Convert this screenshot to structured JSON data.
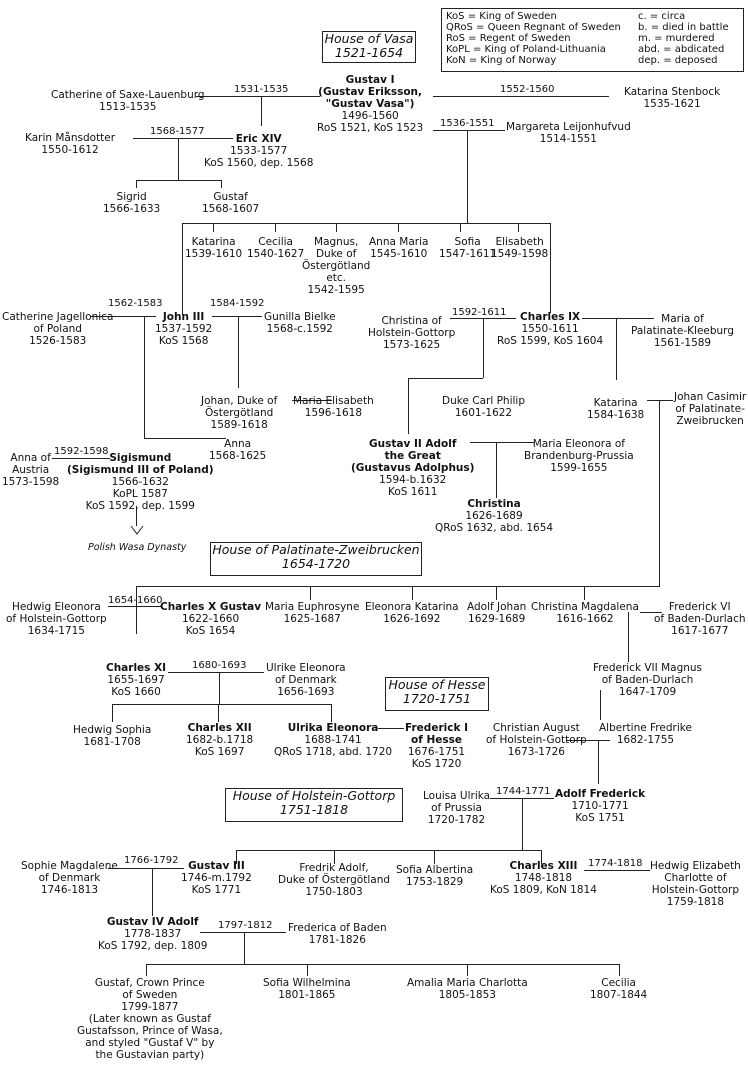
{
  "legend": [
    "KoS = King of Sweden",
    "QRoS = Queen Regnant of Sweden",
    "RoS = Regent of Sweden",
    "KoPL = King of Poland-Lithuania",
    "KoN = King of Norway",
    "c. = circa",
    "b. = died in battle",
    "m. = murdered",
    "abd. = abdicated",
    "dep. = deposed"
  ],
  "houses": {
    "vasa": {
      "name": "House of Vasa",
      "years": "1521-1654"
    },
    "zweibrucken": {
      "name": "House of Palatinate-Zweibrucken",
      "years": "1654-1720"
    },
    "hesse": {
      "name": "House of Hesse",
      "years": "1720-1751"
    },
    "holstein": {
      "name": "House of Holstein-Gottorp",
      "years": "1751-1818"
    }
  },
  "people": {
    "gustav1": {
      "name": "Gustav I (Gustav Eriksson, \"Gustav Vasa\")",
      "lines": [
        "Gustav I",
        "(Gustav Eriksson,",
        "\"Gustav Vasa\")",
        "1496-1560",
        "RoS 1521, KoS 1523"
      ]
    },
    "catherine_sl": {
      "lines": [
        "Catherine of Saxe-Lauenburg",
        "1513-1535"
      ]
    },
    "katarina_st": {
      "lines": [
        "Katarina Stenbock",
        "1535-1621"
      ]
    },
    "margareta": {
      "lines": [
        "Margareta Leijonhufvud",
        "1514-1551"
      ]
    },
    "karin": {
      "lines": [
        "Karin Månsdotter",
        "1550-1612"
      ]
    },
    "eric": {
      "lines": [
        "Eric XIV",
        "1533-1577",
        "KoS 1560, dep. 1568"
      ]
    },
    "sigrid": {
      "lines": [
        "Sigrid",
        "1566-1633"
      ]
    },
    "gustaf_e": {
      "lines": [
        "Gustaf",
        "1568-1607"
      ]
    },
    "katarina1": {
      "lines": [
        "Katarina",
        "1539-1610"
      ]
    },
    "cecilia1": {
      "lines": [
        "Cecilia",
        "1540-1627"
      ]
    },
    "magnus": {
      "lines": [
        "Magnus,",
        "Duke of",
        "Östergötland",
        "etc.",
        "1542-1595"
      ]
    },
    "annamaria": {
      "lines": [
        "Anna Maria",
        "1545-1610"
      ]
    },
    "sofia1": {
      "lines": [
        "Sofia",
        "1547-1611"
      ]
    },
    "elisabeth": {
      "lines": [
        "Elisabeth",
        "1549-1598"
      ]
    },
    "catherine_j": {
      "lines": [
        "Catherine Jagellonica",
        "of Poland",
        "1526-1583"
      ]
    },
    "john3": {
      "lines": [
        "John III",
        "1537-1592",
        "KoS 1568"
      ]
    },
    "gunilla": {
      "lines": [
        "Gunilla Bielke",
        "1568-c.1592"
      ]
    },
    "christina_hg": {
      "lines": [
        "Christina of",
        "Holstein-Gottorp",
        "1573-1625"
      ]
    },
    "charles9": {
      "lines": [
        "Charles IX",
        "1550-1611",
        "RoS 1599, KoS 1604"
      ]
    },
    "maria_pk": {
      "lines": [
        "Maria of",
        "Palatinate-Kleeburg",
        "1561-1589"
      ]
    },
    "johan_ost": {
      "lines": [
        "Johan, Duke of",
        "Östergötland",
        "1589-1618"
      ]
    },
    "maria_el": {
      "lines": [
        "Maria Elisabeth",
        "1596-1618"
      ]
    },
    "carl_philip": {
      "lines": [
        "Duke Carl Philip",
        "1601-1622"
      ]
    },
    "katarina2": {
      "lines": [
        "Katarina",
        "1584-1638"
      ]
    },
    "johan_casimir": {
      "lines": [
        "Johan Casimir",
        "of Palatinate-",
        "Zweibrucken"
      ]
    },
    "anna_austria": {
      "lines": [
        "Anna of",
        "Austria",
        "1573-1598"
      ]
    },
    "sigismund": {
      "lines": [
        "Sigismund",
        "(Sigismund III of Poland)",
        "1566-1632",
        "KoPL 1587",
        "KoS 1592, dep. 1599"
      ]
    },
    "anna2": {
      "lines": [
        "Anna",
        "1568-1625"
      ]
    },
    "gustav2": {
      "lines": [
        "Gustav II Adolf",
        "the Great",
        "(Gustavus Adolphus)",
        "1594-b.1632",
        "KoS 1611"
      ]
    },
    "maria_eleonora": {
      "lines": [
        "Maria Eleonora of",
        "Brandenburg-Prussia",
        "1599-1655"
      ]
    },
    "christina": {
      "lines": [
        "Christina",
        "1626-1689",
        "QRoS 1632, abd. 1654"
      ]
    },
    "hedwig_el": {
      "lines": [
        "Hedwig Eleonora",
        "of Holstein-Gottorp",
        "1634-1715"
      ]
    },
    "charles10": {
      "lines": [
        "Charles X Gustav",
        "1622-1660",
        "KoS 1654"
      ]
    },
    "maria_euph": {
      "lines": [
        "Maria Euphrosyne",
        "1625-1687"
      ]
    },
    "eleonora_kat": {
      "lines": [
        "Eleonora Katarina",
        "1626-1692"
      ]
    },
    "adolf_johan": {
      "lines": [
        "Adolf Johan",
        "1629-1689"
      ]
    },
    "christina_mag": {
      "lines": [
        "Christina Magdalena",
        "1616-1662"
      ]
    },
    "frederick6": {
      "lines": [
        "Frederick VI",
        "of Baden-Durlach",
        "1617-1677"
      ]
    },
    "charles11": {
      "lines": [
        "Charles XI",
        "1655-1697",
        "KoS 1660"
      ]
    },
    "ulrike_el": {
      "lines": [
        "Ulrike Eleonora",
        "of Denmark",
        "1656-1693"
      ]
    },
    "frederick7": {
      "lines": [
        "Frederick VII Magnus",
        "of Baden-Durlach",
        "1647-1709"
      ]
    },
    "hedwig_sophia": {
      "lines": [
        "Hedwig Sophia",
        "1681-1708"
      ]
    },
    "charles12": {
      "lines": [
        "Charles XII",
        "1682-b.1718",
        "KoS 1697"
      ]
    },
    "ulrika_el": {
      "lines": [
        "Ulrika Eleonora",
        "1688-1741",
        "QRoS 1718, abd. 1720"
      ]
    },
    "frederick1": {
      "lines": [
        "Frederick I",
        "of Hesse",
        "1676-1751",
        "KoS 1720"
      ]
    },
    "christian_aug": {
      "lines": [
        "Christian August",
        "of Holstein-Gottorp",
        "1673-1726"
      ]
    },
    "albertine": {
      "lines": [
        "Albertine Fredrike",
        "1682-1755"
      ]
    },
    "louisa_ulrika": {
      "lines": [
        "Louisa Ulrika",
        "of Prussia",
        "1720-1782"
      ]
    },
    "adolf_fred": {
      "lines": [
        "Adolf Frederick",
        "1710-1771",
        "KoS 1751"
      ]
    },
    "sophie_mag": {
      "lines": [
        "Sophie Magdalene",
        "of Denmark",
        "1746-1813"
      ]
    },
    "gustav3": {
      "lines": [
        "Gustav III",
        "1746-m.1792",
        "KoS 1771"
      ]
    },
    "fredrik_adolf": {
      "lines": [
        "Fredrik Adolf,",
        "Duke of Östergötland",
        "1750-1803"
      ]
    },
    "sofia_alb": {
      "lines": [
        "Sofia Albertina",
        "1753-1829"
      ]
    },
    "charles13": {
      "lines": [
        "Charles XIII",
        "1748-1818",
        "KoS 1809, KoN 1814"
      ]
    },
    "hedwig_eliz": {
      "lines": [
        "Hedwig Elizabeth",
        "Charlotte of",
        "Holstein-Gottorp",
        "1759-1818"
      ]
    },
    "gustav4": {
      "lines": [
        "Gustav IV Adolf",
        "1778-1837",
        "KoS 1792, dep. 1809"
      ]
    },
    "frederica": {
      "lines": [
        "Frederica of Baden",
        "1781-1826"
      ]
    },
    "gustaf_cp": {
      "lines": [
        "Gustaf, Crown Prince",
        "of Sweden",
        "1799-1877",
        "(Later known as Gustaf",
        "Gustafsson, Prince of Wasa,",
        "and styled \"Gustaf V\" by",
        "the Gustavian party)"
      ]
    },
    "sofia_wil": {
      "lines": [
        "Sofia Wilhelmina",
        "1801-1865"
      ]
    },
    "amalia": {
      "lines": [
        "Amalia Maria Charlotta",
        "1805-1853"
      ]
    },
    "cecilia2": {
      "lines": [
        "Cecilia",
        "1807-1844"
      ]
    }
  },
  "marriage_years": {
    "m1": "1531-1535",
    "m2": "1552-1560",
    "m3": "1536-1551",
    "m4": "1568-1577",
    "m5": "1562-1583",
    "m6": "1584-1592",
    "m7": "1592-1611",
    "m8": "1592-1598",
    "m9": "1654-1660",
    "m10": "1680-1693",
    "m11": "1744-1771",
    "m12": "1766-1792",
    "m13": "1774-1818",
    "m14": "1797-1812"
  },
  "notes": {
    "polish": "Polish Wasa Dynasty"
  }
}
